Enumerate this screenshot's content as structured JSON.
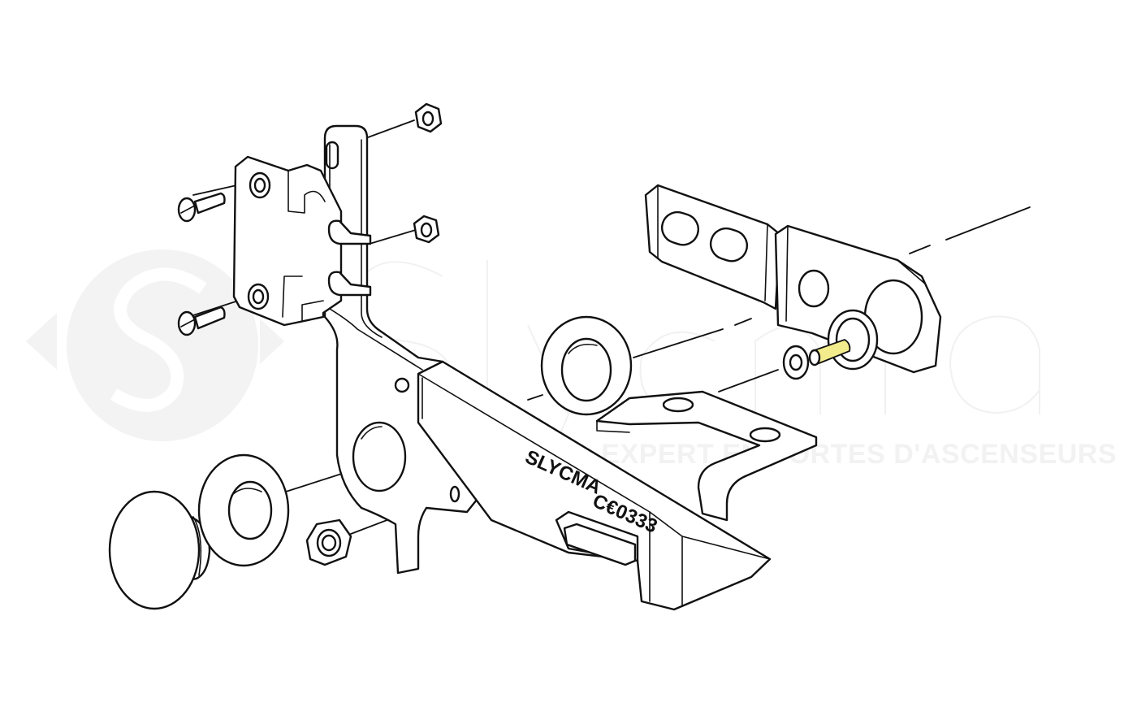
{
  "watermark": {
    "brand": "Slycma",
    "tagline": "EXPERT EN PORTES D'ASCENSEURS"
  },
  "part_marking": {
    "brand": "SLYCMA",
    "certification": "C€0333"
  },
  "colors": {
    "line": "#111111",
    "highlight_pin": "#f2ec8c",
    "watermark": "#f2f2f2"
  }
}
